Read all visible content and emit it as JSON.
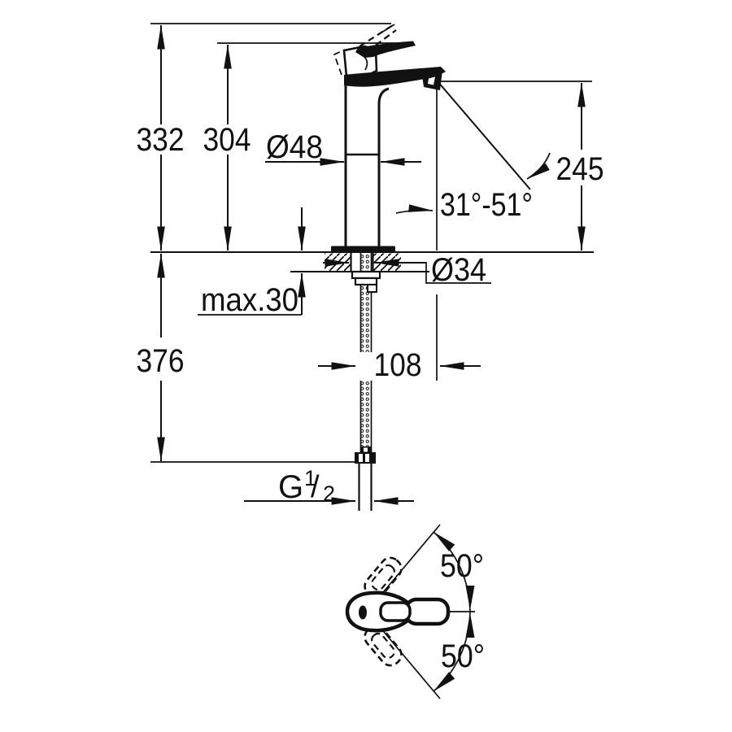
{
  "drawing": {
    "type": "technical-dimension-drawing",
    "subject": "single-lever basin mixer tap: side elevation with installation dimensions and top view of handle swivel range",
    "units": "mm",
    "background_color": "#ffffff",
    "line_color": "#111111"
  },
  "dimensions": {
    "overall_height_raised_handle": {
      "label": "332"
    },
    "overall_height_handle": {
      "label": "304"
    },
    "body_diameter": {
      "label": "Ø48"
    },
    "spout_outlet_height": {
      "label": "245"
    },
    "spray_angle_range": {
      "label": "31°-51°"
    },
    "shank_diameter": {
      "label": "Ø34"
    },
    "max_mounting_thickness": {
      "label": "max.30"
    },
    "below_deck_length": {
      "label": "376"
    },
    "spout_reach": {
      "label": "108"
    },
    "connection_thread": {
      "prefix": "G",
      "numerator": "1",
      "slash": "/",
      "denominator": "2"
    },
    "handle_swing_upper": {
      "label": "50°"
    },
    "handle_swing_lower": {
      "label": "50°"
    }
  }
}
